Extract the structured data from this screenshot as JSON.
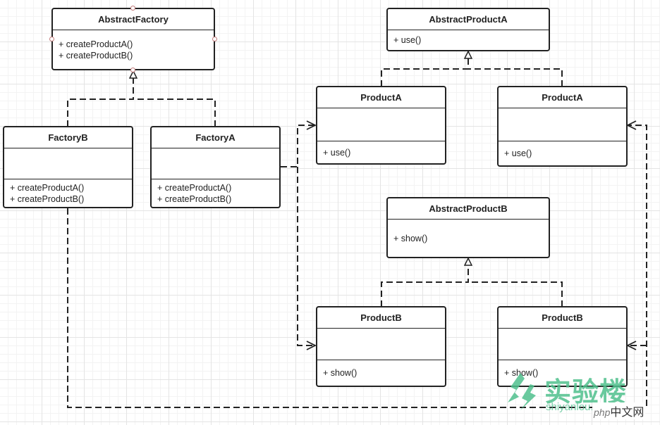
{
  "classes": {
    "abstract_factory": {
      "name": "AbstractFactory",
      "ops": [
        "+ createProductA()",
        "+ createProductB()"
      ]
    },
    "abstract_product_a": {
      "name": "AbstractProductA",
      "ops": [
        "+ use()"
      ]
    },
    "product_a_left": {
      "name": "ProductA",
      "ops": [
        "+ use()"
      ]
    },
    "product_a_right": {
      "name": "ProductA",
      "ops": [
        "+ use()"
      ]
    },
    "factory_b": {
      "name": "FactoryB",
      "ops": [
        "+ createProductA()",
        "+ createProductB()"
      ]
    },
    "factory_a": {
      "name": "FactoryA",
      "ops": [
        "+ createProductA()",
        "+ createProductB()"
      ]
    },
    "abstract_product_b": {
      "name": "AbstractProductB",
      "ops": [
        "+ show()"
      ]
    },
    "product_b_left": {
      "name": "ProductB",
      "ops": [
        "+ show()"
      ]
    },
    "product_b_right": {
      "name": "ProductB",
      "ops": [
        "+ show()"
      ]
    }
  },
  "watermark": {
    "brand_text": "实验楼",
    "domain_text": "shiyanlou.com",
    "badge_php": "php",
    "badge_text": "中文网"
  }
}
